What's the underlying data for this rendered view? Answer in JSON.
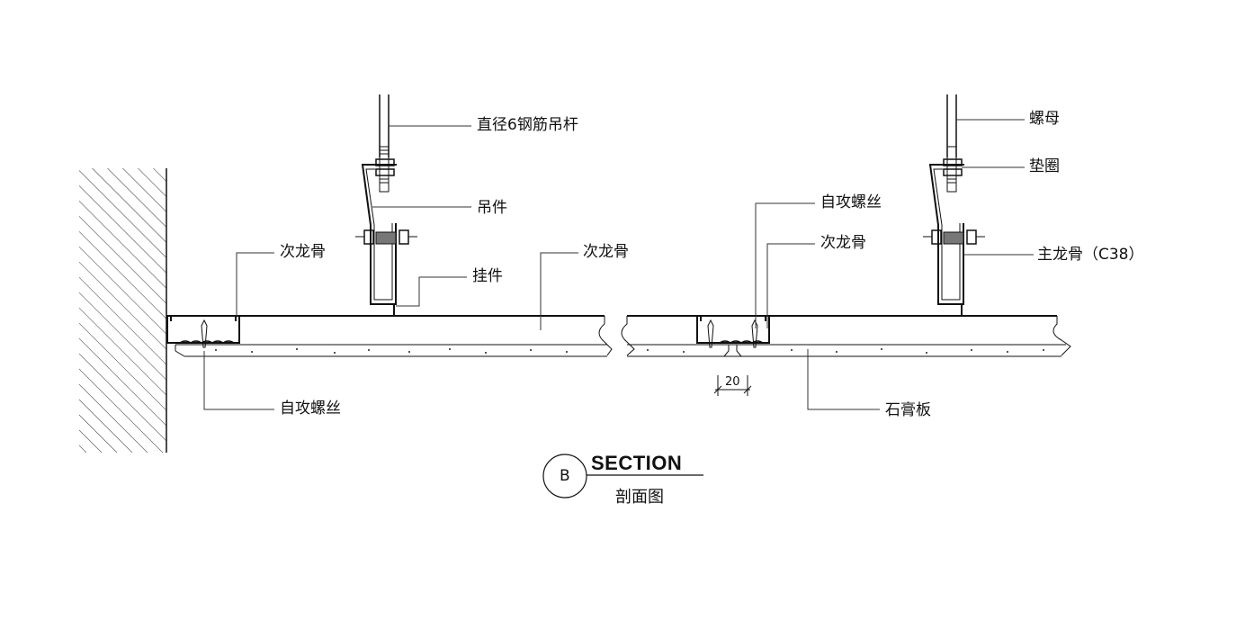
{
  "drawing": {
    "labels": {
      "rod": "直径6钢筋吊杆",
      "hanger": "吊件",
      "clip": "挂件",
      "secondary_joist_left": "次龙骨",
      "secondary_joist_mid": "次龙骨",
      "screw_left": "自攻螺丝",
      "screw_right": "自攻螺丝",
      "secondary_joist_right": "次龙骨",
      "nut": "螺母",
      "washer": "垫圈",
      "main_joist": "主龙骨（C38）",
      "gypsum_board": "石膏板"
    },
    "dimension": "20",
    "section": {
      "marker": "B",
      "title": "SECTION",
      "subtitle": "剖面图"
    },
    "colors": {
      "line": "#111111",
      "background": "#ffffff"
    }
  }
}
